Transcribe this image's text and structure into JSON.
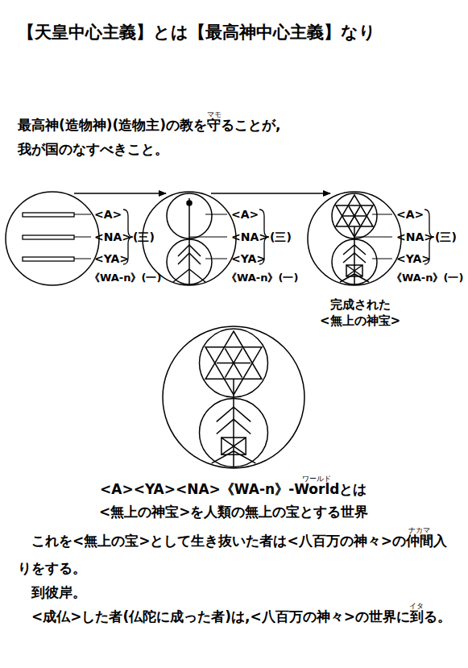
{
  "diagram": {
    "title": "【天皇中心主義】とは【最高神中心主義】なり",
    "labels": [
      "最高神(造物神)(造物主)の教を守ることが,",
      "マモ",
      "我が国のなすべきこと。",
      "<A>",
      "<NA>",
      "<YA>",
      "(三)",
      "《WA-n》(一)",
      "<A>",
      "<NA>",
      "<YA>",
      "(三)",
      "《WA-n》(一)",
      "<A>",
      "<NA>",
      "<YA>",
      "(三)",
      "《WA-n》(一)",
      "完成された",
      "<無上の神宝>",
      "<A><YA><NA>《WA-n》-Worldとは",
      "ワールド",
      "<無上の神宝>を人類の無上の宝とする世界",
      "これを<無上の宝>として生き抜いた者は<八百万の神々>の仲間入りをする。",
      "ナカマ",
      "到彼岸。",
      "<成仏>した者(仏陀に成った者)は,<八百万の神々>の世界に到る。",
      "イタ"
    ]
  }
}
